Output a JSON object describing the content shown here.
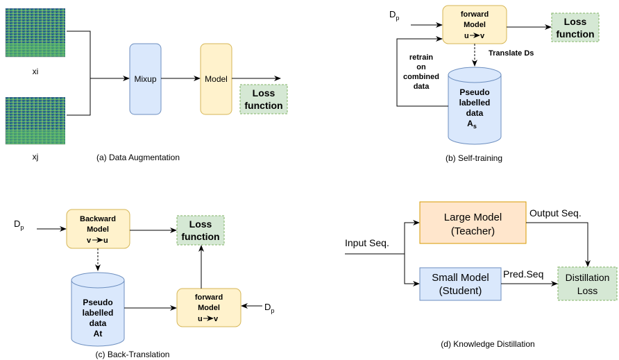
{
  "panel_a": {
    "label_xi": "xi",
    "label_xj": "xj",
    "mixup": "Mixup",
    "model": "Model",
    "loss_line1": "Loss",
    "loss_line2": "function",
    "caption": "(a) Data Augmentation"
  },
  "panel_b": {
    "dp": "D",
    "dp_sub": "p",
    "fwd_line1": "forward",
    "fwd_line2": "Model",
    "fwd_line3": "u",
    "fwd_line3b": "v",
    "loss_line1": "Loss",
    "loss_line2": "function",
    "translate": "Translate Ds",
    "retrain_line1": "retrain",
    "retrain_line2": "on",
    "retrain_line3": "combined",
    "retrain_line4": "data",
    "db_line1": "Pseudo",
    "db_line2": "labelled",
    "db_line3": "data",
    "db_line4": "A",
    "db_line4_sub": "s",
    "caption": "(b) Self-training"
  },
  "panel_c": {
    "dp_left": "D",
    "dp_left_sub": "p",
    "bwd_line1": "Backward",
    "bwd_line2": "Model",
    "bwd_line3": "v",
    "bwd_line3b": "u",
    "loss_line1": "Loss",
    "loss_line2": "function",
    "db_line1": "Pseudo",
    "db_line2": "labelled",
    "db_line3": "data",
    "db_line4": "At",
    "fwd_line1": "forward",
    "fwd_line2": "Model",
    "fwd_line3": "u",
    "fwd_line3b": "v",
    "dp_right": "D",
    "dp_right_sub": "p",
    "caption": "(c) Back-Translation"
  },
  "panel_d": {
    "input": "Input Seq.",
    "teacher_line1": "Large Model",
    "teacher_line2": "(Teacher)",
    "output": "Output Seq.",
    "student_line1": "Small Model",
    "student_line2": "(Student)",
    "pred": "Pred.Seq",
    "distill_line1": "Distillation",
    "distill_line2": "Loss",
    "caption": "(d) Knowledge Distillation"
  },
  "colors": {
    "blue_fill": "#dae8fc",
    "blue_stroke": "#6c8ebf",
    "yellow_fill": "#fff2cc",
    "yellow_stroke": "#d6b656",
    "green_fill": "#d5e8d4",
    "green_stroke": "#82b366",
    "orange_fill": "#ffe6cc",
    "orange_stroke": "#d79b00"
  }
}
